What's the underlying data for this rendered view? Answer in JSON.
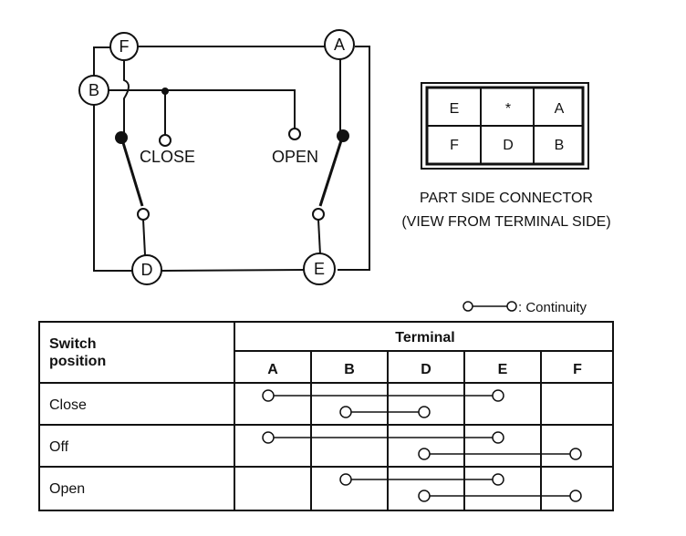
{
  "wiring": {
    "terminals": {
      "F": "F",
      "A": "A",
      "B": "B",
      "D": "D",
      "E": "E"
    },
    "close_label": "CLOSE",
    "open_label": "OPEN"
  },
  "connector": {
    "cells": [
      [
        "E",
        "*",
        "A"
      ],
      [
        "F",
        "D",
        "B"
      ]
    ],
    "caption_line1": "PART SIDE CONNECTOR",
    "caption_line2": "(VIEW FROM TERMINAL SIDE)"
  },
  "legend": {
    "text": ": Continuity"
  },
  "table": {
    "header_switch_line1": "Switch",
    "header_switch_line2": "position",
    "header_terminal": "Terminal",
    "columns": [
      "A",
      "B",
      "D",
      "E",
      "F"
    ],
    "rows": [
      {
        "label": "Close",
        "links": [
          [
            "A",
            "E"
          ],
          [
            "B",
            "D"
          ]
        ]
      },
      {
        "label": "Off",
        "links": [
          [
            "A",
            "E"
          ],
          [
            "D",
            "F"
          ]
        ]
      },
      {
        "label": "Open",
        "links": [
          [
            "B",
            "E"
          ],
          [
            "D",
            "F"
          ]
        ]
      }
    ]
  }
}
